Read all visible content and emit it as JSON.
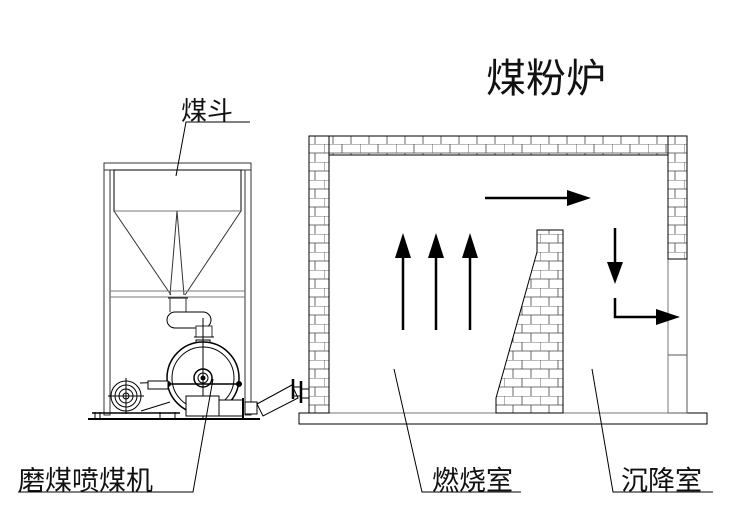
{
  "title": "煤粉炉",
  "labels": {
    "hopper": "煤斗",
    "mill": "磨煤喷煤机",
    "combustion_chamber": "燃烧室",
    "settling_chamber": "沉降室"
  },
  "flow_arrows": {
    "combustion_up_count": 3,
    "top_direction": "right",
    "settling_direction": "down",
    "outlet_direction": "right"
  },
  "colors": {
    "line": "#000000",
    "brick": "#555555",
    "background": "#ffffff"
  }
}
